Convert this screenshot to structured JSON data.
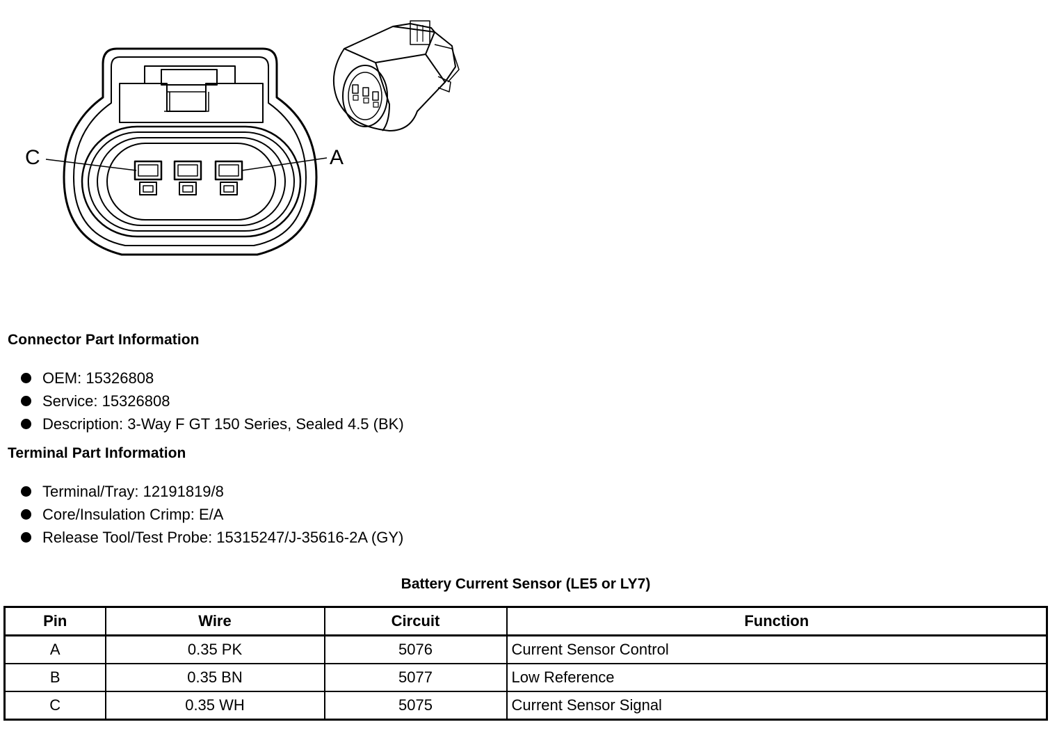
{
  "diagram": {
    "pin_labels": {
      "left": "C",
      "right": "A"
    }
  },
  "connector_info": {
    "heading": "Connector Part Information",
    "items": [
      "OEM: 15326808",
      "Service: 15326808",
      "Description: 3-Way F GT 150 Series, Sealed 4.5 (BK)"
    ]
  },
  "terminal_info": {
    "heading": "Terminal Part Information",
    "items": [
      "Terminal/Tray: 12191819/8",
      "Core/Insulation Crimp: E/A",
      "Release Tool/Test Probe: 15315247/J-35616-2A (GY)"
    ]
  },
  "table": {
    "title": "Battery Current Sensor (LE5 or LY7)",
    "headers": [
      "Pin",
      "Wire",
      "Circuit",
      "Function"
    ],
    "rows": [
      [
        "A",
        "0.35 PK",
        "5076",
        "Current Sensor Control"
      ],
      [
        "B",
        "0.35 BN",
        "5077",
        "Low Reference"
      ],
      [
        "C",
        "0.35 WH",
        "5075",
        "Current Sensor Signal"
      ]
    ]
  }
}
